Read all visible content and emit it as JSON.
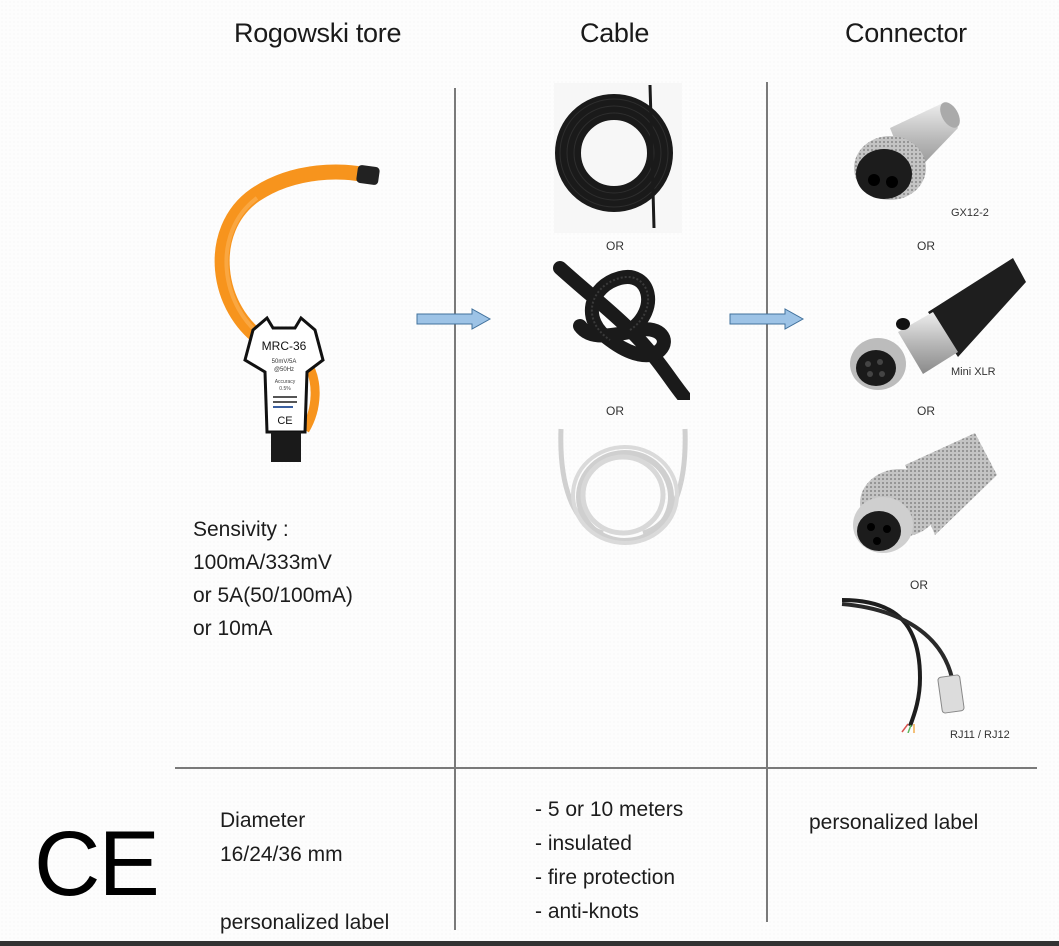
{
  "headers": {
    "rogowski": "Rogowski tore",
    "cable": "Cable",
    "connector": "Connector"
  },
  "rogowski": {
    "device_label": "MRC-36",
    "device_sub1": "50mV/5A",
    "device_sub2": "@50Hz",
    "device_sub3": "Accuracy",
    "device_sub4": "0.5%",
    "device_ce": "CE",
    "sensitivity_lines": [
      "Sensivity :",
      "100mA/333mV",
      "or 5A(50/100mA)",
      "or 10mA"
    ]
  },
  "cable": {
    "or_labels": [
      "OR",
      "OR"
    ],
    "options": [
      "black-coiled-cable",
      "black-knotted-cable",
      "grey-coiled-cable"
    ]
  },
  "connector": {
    "options": [
      {
        "label": "GX12-2",
        "or": "OR"
      },
      {
        "label": "Mini XLR",
        "or": "OR"
      },
      {
        "label": "",
        "or": "OR"
      },
      {
        "label": "RJ11 / RJ12",
        "or": ""
      }
    ]
  },
  "footer": {
    "ce_mark": "CE",
    "rogowski_lines": [
      "Diameter",
      "16/24/36 mm",
      "",
      "personalized label"
    ],
    "cable_lines": [
      "- 5 or 10 meters",
      "- insulated",
      "- fire protection",
      "- anti-knots"
    ],
    "connector_lines": [
      "personalized label"
    ]
  },
  "colors": {
    "arrow_fill": "#9dc3e6",
    "arrow_stroke": "#41719c",
    "orange": "#f7941d",
    "line": "#7a7a7a"
  }
}
